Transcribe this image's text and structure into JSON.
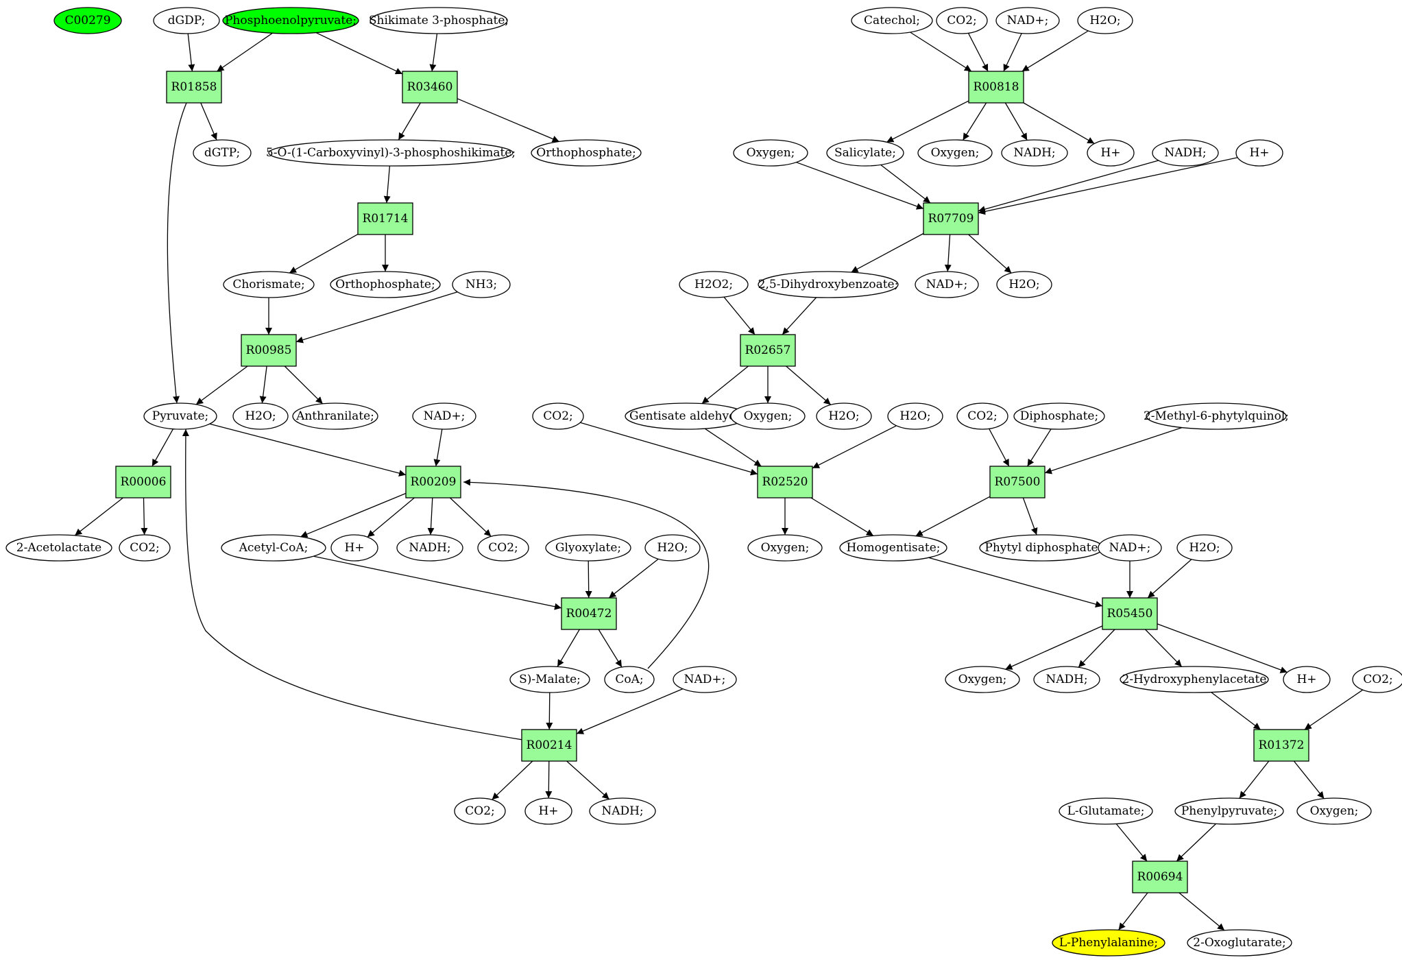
{
  "colors": {
    "reaction_fill": "#98fb98",
    "source_fill": "#00ff00",
    "target_fill": "#ffff00",
    "compound_fill": "#ffffff",
    "stroke": "#000000"
  },
  "nodes": [
    {
      "id": "c0",
      "label": "C00279",
      "kind": "source"
    },
    {
      "id": "c1",
      "label": "dGDP;",
      "kind": "compound"
    },
    {
      "id": "c2",
      "label": "Phosphoenolpyruvate;",
      "kind": "source"
    },
    {
      "id": "c3",
      "label": "Shikimate 3-phosphate;",
      "kind": "compound"
    },
    {
      "id": "r1",
      "label": "R01858",
      "kind": "reaction"
    },
    {
      "id": "r2",
      "label": "R03460",
      "kind": "reaction"
    },
    {
      "id": "c4",
      "label": "dGTP;",
      "kind": "compound"
    },
    {
      "id": "c5",
      "label": "5-O-(1-Carboxyvinyl)-3-phosphoshikimate;",
      "kind": "compound"
    },
    {
      "id": "c6",
      "label": "Orthophosphate;",
      "kind": "compound"
    },
    {
      "id": "r3",
      "label": "R01714",
      "kind": "reaction"
    },
    {
      "id": "c7",
      "label": "Chorismate;",
      "kind": "compound"
    },
    {
      "id": "c8",
      "label": "Orthophosphate;",
      "kind": "compound"
    },
    {
      "id": "c9",
      "label": "NH3;",
      "kind": "compound"
    },
    {
      "id": "r4",
      "label": "R00985",
      "kind": "reaction"
    },
    {
      "id": "c10",
      "label": "Pyruvate;",
      "kind": "compound"
    },
    {
      "id": "c11",
      "label": "H2O;",
      "kind": "compound"
    },
    {
      "id": "c12",
      "label": "Anthranilate;",
      "kind": "compound"
    },
    {
      "id": "c13",
      "label": "NAD+;",
      "kind": "compound"
    },
    {
      "id": "r5",
      "label": "R00006",
      "kind": "reaction"
    },
    {
      "id": "r6",
      "label": "R00209",
      "kind": "reaction"
    },
    {
      "id": "c14",
      "label": "2-Acetolactate",
      "kind": "compound"
    },
    {
      "id": "c15",
      "label": "CO2;",
      "kind": "compound"
    },
    {
      "id": "c16",
      "label": "Acetyl-CoA;",
      "kind": "compound"
    },
    {
      "id": "c17",
      "label": "H+",
      "kind": "compound"
    },
    {
      "id": "c18",
      "label": "NADH;",
      "kind": "compound"
    },
    {
      "id": "c19",
      "label": "CO2;",
      "kind": "compound"
    },
    {
      "id": "c20",
      "label": "Glyoxylate;",
      "kind": "compound"
    },
    {
      "id": "c21",
      "label": "H2O;",
      "kind": "compound"
    },
    {
      "id": "r7",
      "label": "R00472",
      "kind": "reaction"
    },
    {
      "id": "c22",
      "label": "S)-Malate;",
      "kind": "compound"
    },
    {
      "id": "c23",
      "label": "CoA;",
      "kind": "compound"
    },
    {
      "id": "c24",
      "label": "NAD+;",
      "kind": "compound"
    },
    {
      "id": "r8",
      "label": "R00214",
      "kind": "reaction"
    },
    {
      "id": "c25",
      "label": "CO2;",
      "kind": "compound"
    },
    {
      "id": "c26",
      "label": "H+",
      "kind": "compound"
    },
    {
      "id": "c27",
      "label": "NADH;",
      "kind": "compound"
    },
    {
      "id": "c28",
      "label": "Catechol;",
      "kind": "compound"
    },
    {
      "id": "c29",
      "label": "CO2;",
      "kind": "compound"
    },
    {
      "id": "c30",
      "label": "NAD+;",
      "kind": "compound"
    },
    {
      "id": "c31",
      "label": "H2O;",
      "kind": "compound"
    },
    {
      "id": "r9",
      "label": "R00818",
      "kind": "reaction"
    },
    {
      "id": "c32",
      "label": "Oxygen;",
      "kind": "compound"
    },
    {
      "id": "c33",
      "label": "Salicylate;",
      "kind": "compound"
    },
    {
      "id": "c34",
      "label": "Oxygen;",
      "kind": "compound"
    },
    {
      "id": "c35",
      "label": "NADH;",
      "kind": "compound"
    },
    {
      "id": "c36",
      "label": "H+",
      "kind": "compound"
    },
    {
      "id": "c37",
      "label": "NADH;",
      "kind": "compound"
    },
    {
      "id": "c38",
      "label": "H+",
      "kind": "compound"
    },
    {
      "id": "r10",
      "label": "R07709",
      "kind": "reaction"
    },
    {
      "id": "c39",
      "label": "H2O2;",
      "kind": "compound"
    },
    {
      "id": "c40",
      "label": "2,5-Dihydroxybenzoate;",
      "kind": "compound"
    },
    {
      "id": "c41",
      "label": "NAD+;",
      "kind": "compound"
    },
    {
      "id": "c42",
      "label": "H2O;",
      "kind": "compound"
    },
    {
      "id": "r11",
      "label": "R02657",
      "kind": "reaction"
    },
    {
      "id": "c43",
      "label": "CO2;",
      "kind": "compound"
    },
    {
      "id": "c44",
      "label": "Gentisate aldehyde",
      "kind": "compound"
    },
    {
      "id": "c45",
      "label": "Oxygen;",
      "kind": "compound"
    },
    {
      "id": "c46",
      "label": "H2O;",
      "kind": "compound"
    },
    {
      "id": "c47",
      "label": "H2O;",
      "kind": "compound"
    },
    {
      "id": "c48",
      "label": "CO2;",
      "kind": "compound"
    },
    {
      "id": "c49",
      "label": "Diphosphate;",
      "kind": "compound"
    },
    {
      "id": "c50",
      "label": "2-Methyl-6-phytylquinol;",
      "kind": "compound"
    },
    {
      "id": "r12",
      "label": "R02520",
      "kind": "reaction"
    },
    {
      "id": "r13",
      "label": "R07500",
      "kind": "reaction"
    },
    {
      "id": "c51",
      "label": "Oxygen;",
      "kind": "compound"
    },
    {
      "id": "c52",
      "label": "Homogentisate;",
      "kind": "compound"
    },
    {
      "id": "c53",
      "label": "Phytyl diphosphate",
      "kind": "compound"
    },
    {
      "id": "c54",
      "label": "NAD+;",
      "kind": "compound"
    },
    {
      "id": "c55",
      "label": "H2O;",
      "kind": "compound"
    },
    {
      "id": "r14",
      "label": "R05450",
      "kind": "reaction"
    },
    {
      "id": "c56",
      "label": "Oxygen;",
      "kind": "compound"
    },
    {
      "id": "c57",
      "label": "NADH;",
      "kind": "compound"
    },
    {
      "id": "c58",
      "label": "2-Hydroxyphenylacetate",
      "kind": "compound"
    },
    {
      "id": "c59",
      "label": "H+",
      "kind": "compound"
    },
    {
      "id": "c60",
      "label": "CO2;",
      "kind": "compound"
    },
    {
      "id": "r15",
      "label": "R01372",
      "kind": "reaction"
    },
    {
      "id": "c61",
      "label": "L-Glutamate;",
      "kind": "compound"
    },
    {
      "id": "c62",
      "label": "Phenylpyruvate;",
      "kind": "compound"
    },
    {
      "id": "c63",
      "label": "Oxygen;",
      "kind": "compound"
    },
    {
      "id": "r16",
      "label": "R00694",
      "kind": "reaction"
    },
    {
      "id": "c64",
      "label": "L-Phenylalanine;",
      "kind": "target"
    },
    {
      "id": "c65",
      "label": "2-Oxoglutarate;",
      "kind": "compound"
    }
  ],
  "edges": [
    [
      "c1",
      "r1"
    ],
    [
      "c2",
      "r1"
    ],
    [
      "c2",
      "r2"
    ],
    [
      "c3",
      "r2"
    ],
    [
      "r1",
      "c4"
    ],
    [
      "r1",
      "c10"
    ],
    [
      "r2",
      "c5"
    ],
    [
      "r2",
      "c6"
    ],
    [
      "c5",
      "r3"
    ],
    [
      "r3",
      "c7"
    ],
    [
      "r3",
      "c8"
    ],
    [
      "c7",
      "r4"
    ],
    [
      "c9",
      "r4"
    ],
    [
      "r4",
      "c10"
    ],
    [
      "r4",
      "c11"
    ],
    [
      "r4",
      "c12"
    ],
    [
      "c10",
      "r5"
    ],
    [
      "c10",
      "r6"
    ],
    [
      "c13",
      "r6"
    ],
    [
      "r5",
      "c14"
    ],
    [
      "r5",
      "c15"
    ],
    [
      "r6",
      "c16"
    ],
    [
      "r6",
      "c17"
    ],
    [
      "r6",
      "c18"
    ],
    [
      "r6",
      "c19"
    ],
    [
      "c16",
      "r7"
    ],
    [
      "c20",
      "r7"
    ],
    [
      "c21",
      "r7"
    ],
    [
      "r7",
      "c22"
    ],
    [
      "r7",
      "c23"
    ],
    [
      "c23",
      "r6"
    ],
    [
      "c22",
      "r8"
    ],
    [
      "c24",
      "r8"
    ],
    [
      "r8",
      "c10"
    ],
    [
      "r8",
      "c25"
    ],
    [
      "r8",
      "c26"
    ],
    [
      "r8",
      "c27"
    ],
    [
      "c28",
      "r9"
    ],
    [
      "c29",
      "r9"
    ],
    [
      "c30",
      "r9"
    ],
    [
      "c31",
      "r9"
    ],
    [
      "r9",
      "c33"
    ],
    [
      "r9",
      "c34"
    ],
    [
      "r9",
      "c35"
    ],
    [
      "r9",
      "c36"
    ],
    [
      "c32",
      "r10"
    ],
    [
      "c33",
      "r10"
    ],
    [
      "c37",
      "r10"
    ],
    [
      "c38",
      "r10"
    ],
    [
      "r10",
      "c40"
    ],
    [
      "r10",
      "c41"
    ],
    [
      "r10",
      "c42"
    ],
    [
      "c39",
      "r11"
    ],
    [
      "c40",
      "r11"
    ],
    [
      "r11",
      "c44"
    ],
    [
      "r11",
      "c45"
    ],
    [
      "r11",
      "c46"
    ],
    [
      "c43",
      "r12"
    ],
    [
      "c44",
      "r12"
    ],
    [
      "c47",
      "r12"
    ],
    [
      "r12",
      "c51"
    ],
    [
      "r12",
      "c52"
    ],
    [
      "c48",
      "r13"
    ],
    [
      "c49",
      "r13"
    ],
    [
      "c50",
      "r13"
    ],
    [
      "r13",
      "c52"
    ],
    [
      "r13",
      "c53"
    ],
    [
      "c52",
      "r14"
    ],
    [
      "c54",
      "r14"
    ],
    [
      "c55",
      "r14"
    ],
    [
      "r14",
      "c56"
    ],
    [
      "r14",
      "c57"
    ],
    [
      "r14",
      "c58"
    ],
    [
      "r14",
      "c59"
    ],
    [
      "c58",
      "r15"
    ],
    [
      "c60",
      "r15"
    ],
    [
      "r15",
      "c62"
    ],
    [
      "r15",
      "c63"
    ],
    [
      "c61",
      "r16"
    ],
    [
      "c62",
      "r16"
    ],
    [
      "r16",
      "c64"
    ],
    [
      "r16",
      "c65"
    ]
  ]
}
